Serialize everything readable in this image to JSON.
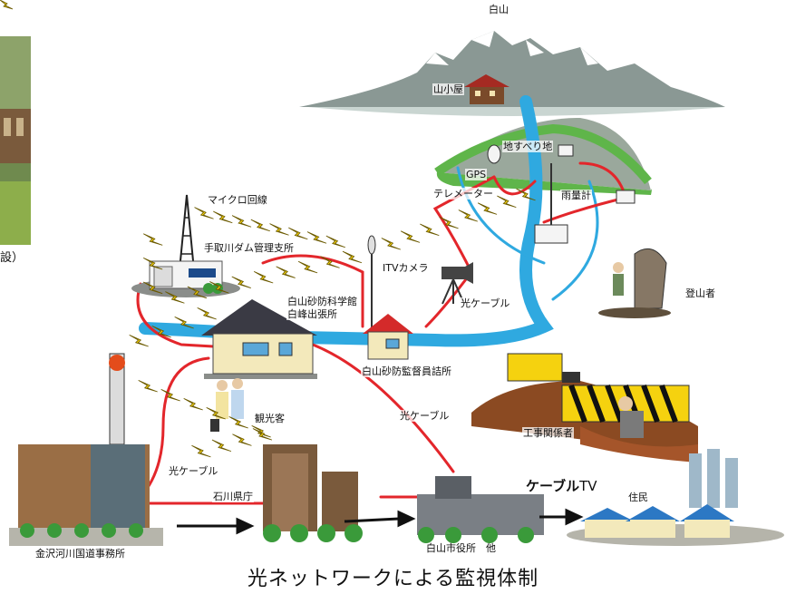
{
  "colors": {
    "fiber": "#e3262b",
    "river": "#2fa9e0",
    "microwave": "#f5d20f",
    "mountain": "#7d8c88",
    "sky": "#c8d6d2"
  },
  "labels": {
    "hakusan": "白山",
    "yamagoya": "山小屋",
    "landslide": "地すべり地",
    "gps": "GPS",
    "telemeter": "テレメーター",
    "raingauge": "雨量計",
    "microwave": "マイクロ回線",
    "dam_office": "手取川ダム管理支所",
    "itv": "ITVカメラ",
    "climber": "登山者",
    "fiber1": "光ケーブル",
    "science_hall_1": "白山砂防科学館",
    "science_hall_2": "白峰出張所",
    "supervisor": "白山砂防監督員詰所",
    "fiber2": "光ケーブル",
    "tourist": "観光客",
    "construction": "工事関係者",
    "fiber3": "光ケーブル",
    "pref_office": "石川県庁",
    "cable_tv_main": "ケーブル",
    "cable_tv_suffix": "TV",
    "residents": "住民",
    "kanazawa": "金沢河川国道事務所",
    "city_hall": "白山市役所　他",
    "partial_left": "設）"
  },
  "title": "光ネットワークによる監視体制"
}
